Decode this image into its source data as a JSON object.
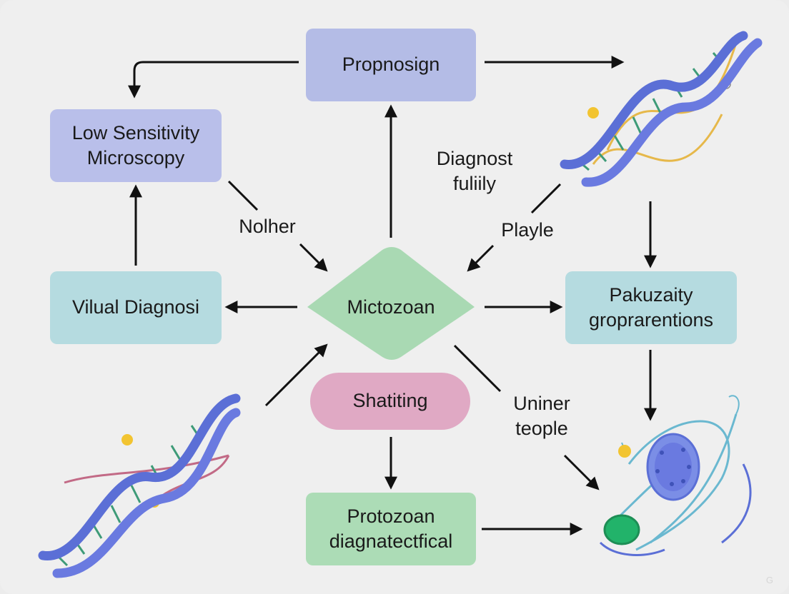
{
  "nodes": {
    "propnosign": "Propnosign",
    "low_sensitivity": [
      "Low Sensitivity",
      "Microscopy"
    ],
    "vilual": "Vilual Diagnosi",
    "mictozoan": "Mictozoan",
    "pakuzaity": [
      "Pakuzaity",
      "groprarentions"
    ],
    "shatiting": "Shatiting",
    "protozoan": [
      "Protozoan",
      "diagnatectfical"
    ]
  },
  "edge_labels": {
    "diagnost": [
      "Diagnost",
      "fuliily"
    ],
    "nolher": "Nolher",
    "playle": "Playle",
    "uniner": [
      "Uniner",
      "teople"
    ]
  },
  "watermark": "G",
  "colors": {
    "blue_box": "#b4bce6",
    "lavender_box": "#b9bfea",
    "teal_box": "#b5dbe0",
    "green_diamond": "#a9d9b3",
    "pink_pill": "#e0a9c4",
    "green_box": "#acdcb6",
    "dna_blue": "#5b6fd6",
    "arrow": "#111111"
  },
  "icons": [
    "dna-helix-icon",
    "dna-helix-icon",
    "protozoan-cell-icon"
  ]
}
